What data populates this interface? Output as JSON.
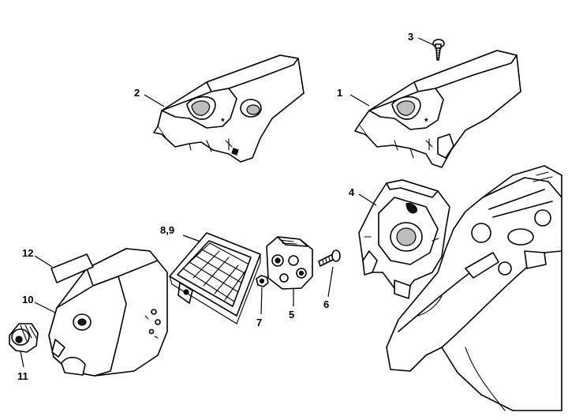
{
  "callouts": [
    {
      "id": "1",
      "text": "1"
    },
    {
      "id": "2",
      "text": "2"
    },
    {
      "id": "3",
      "text": "3"
    },
    {
      "id": "4",
      "text": "4"
    },
    {
      "id": "5",
      "text": "5"
    },
    {
      "id": "6",
      "text": "6"
    },
    {
      "id": "7",
      "text": "7"
    },
    {
      "id": "8",
      "text": "8,9"
    },
    {
      "id": "10",
      "text": "10"
    },
    {
      "id": "11",
      "text": "11"
    },
    {
      "id": "12",
      "text": "12"
    }
  ]
}
